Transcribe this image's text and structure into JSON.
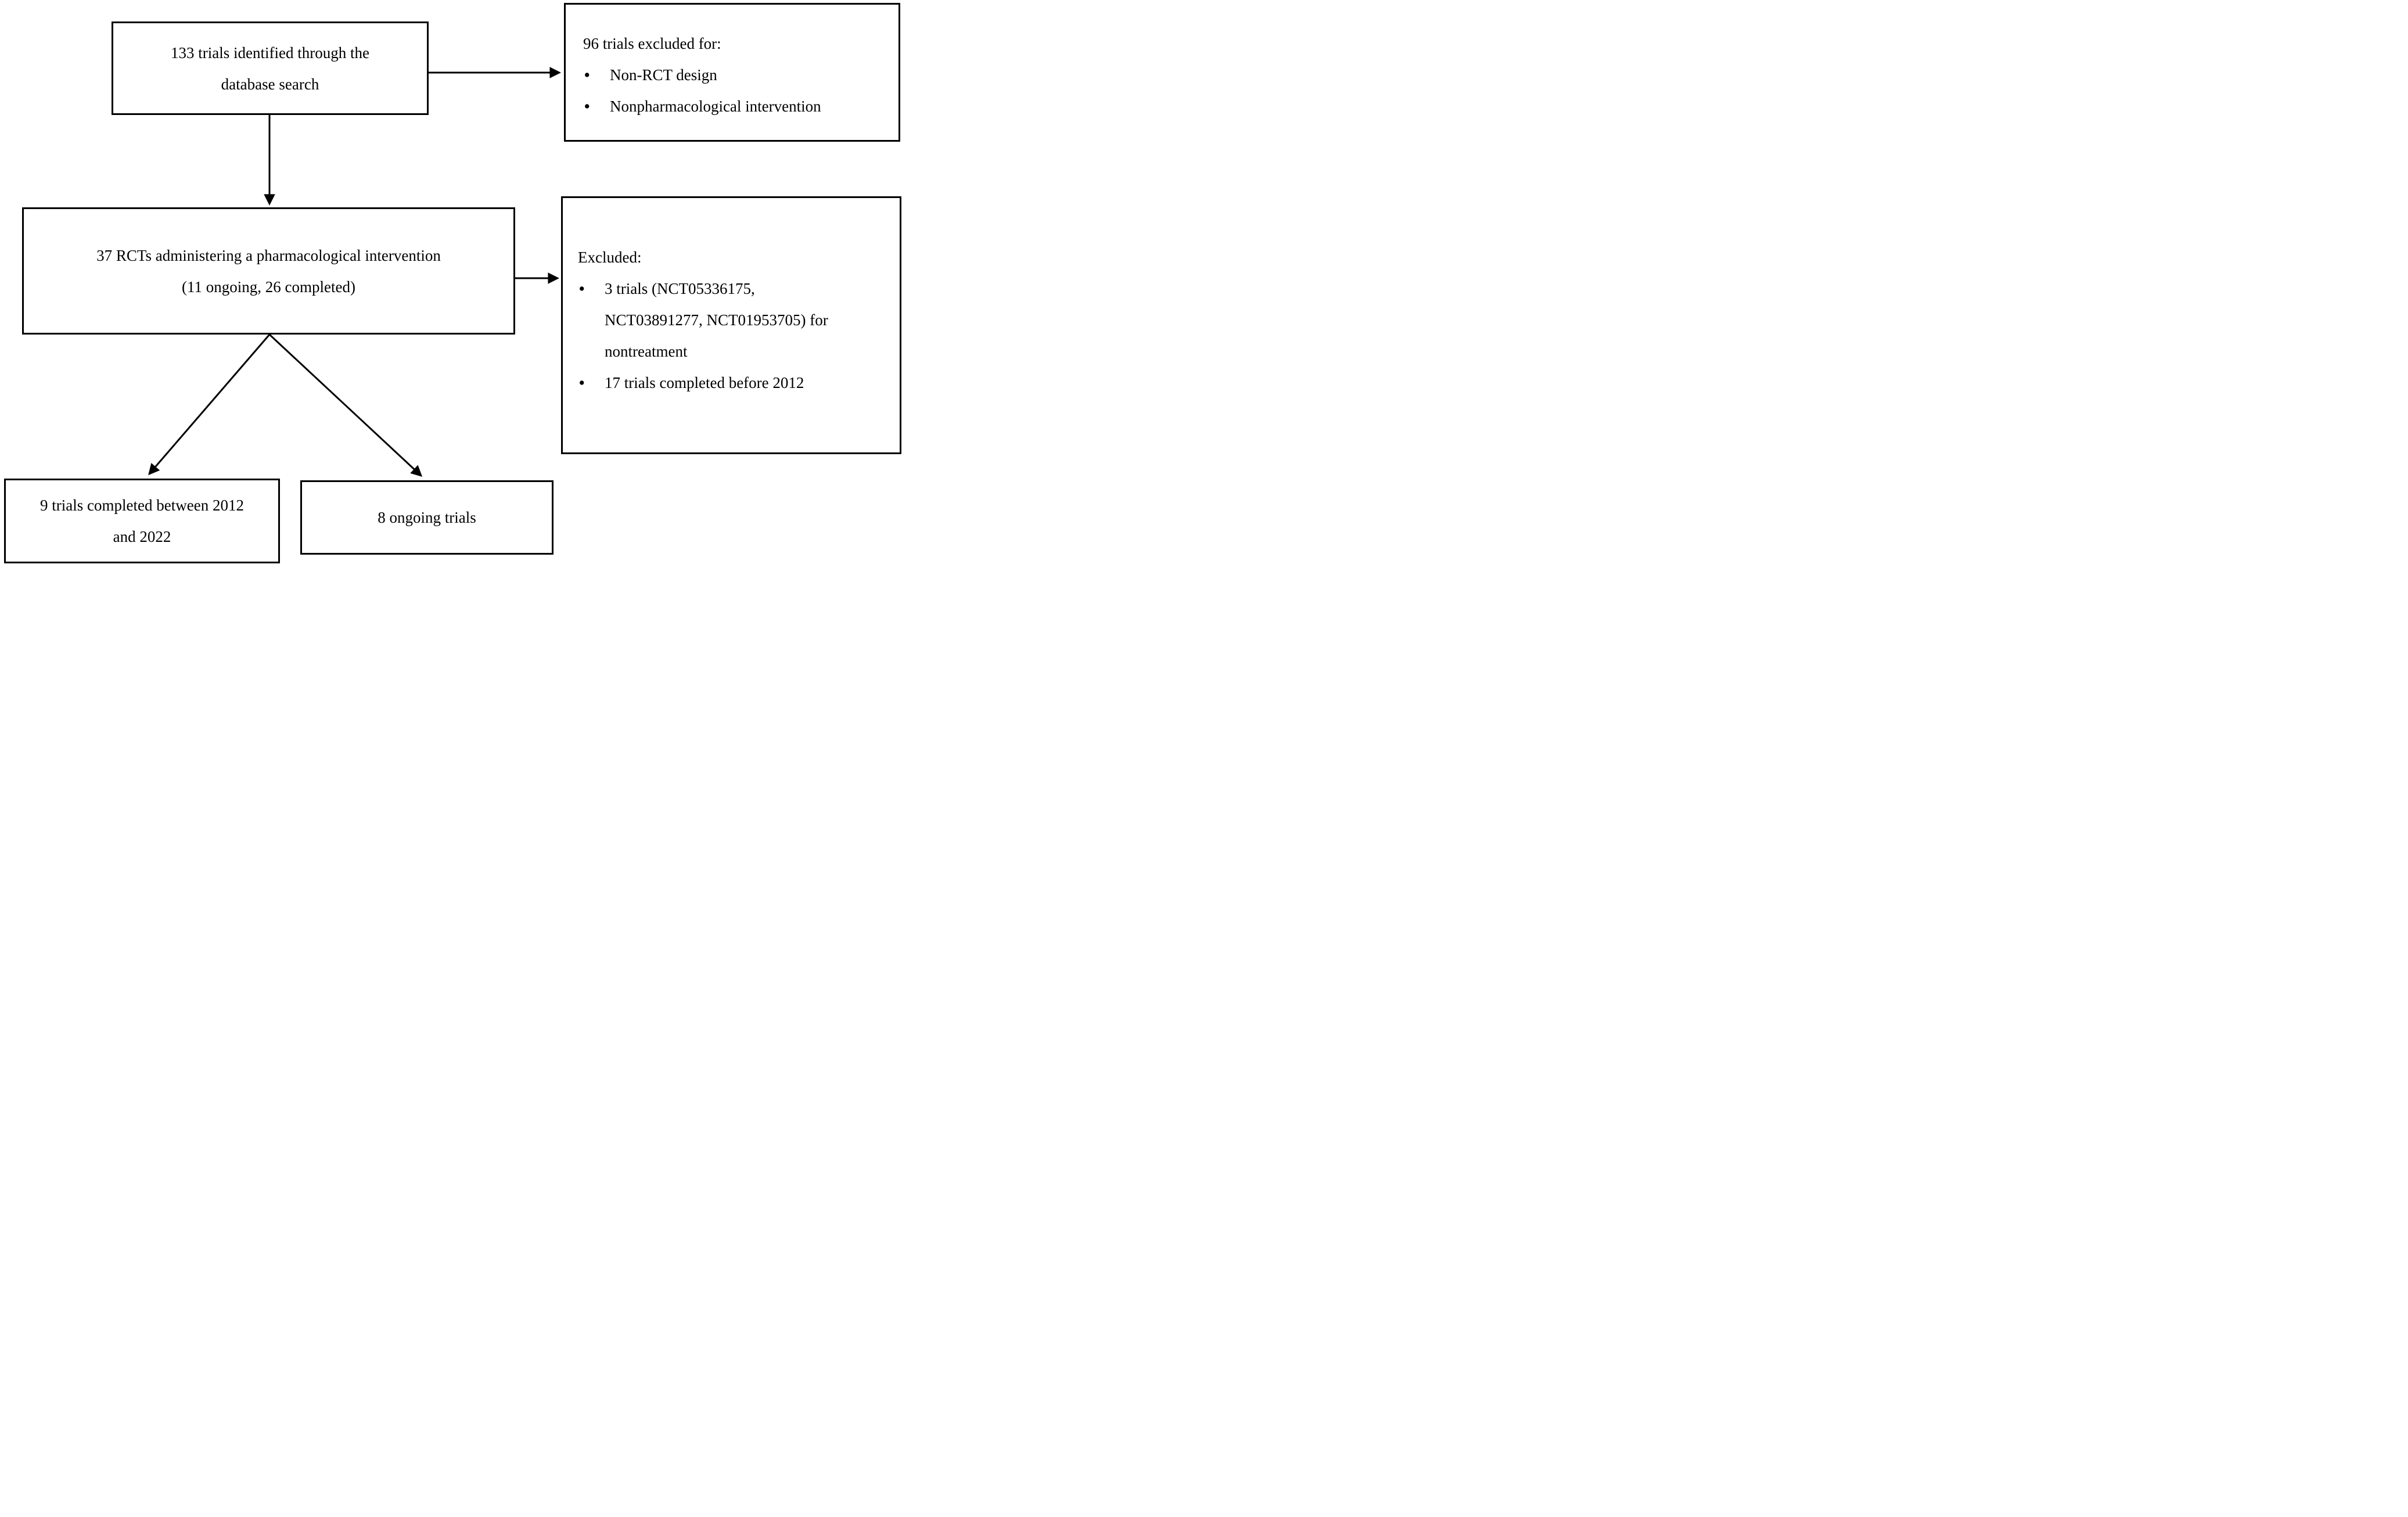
{
  "diagram": {
    "type": "flowchart",
    "colors": {
      "border": "#000000",
      "text": "#000000",
      "background": "#ffffff"
    },
    "boxes": {
      "identified": {
        "lines": [
          "133 trials identified through the",
          "database search"
        ]
      },
      "initial_exclusions": {
        "heading": "96 trials excluded for:",
        "bullets": [
          "Non-RCT design",
          "Nonpharmacological intervention"
        ]
      },
      "rcts": {
        "lines": [
          "37 RCTs administering a pharmacological intervention",
          "(11 ongoing, 26 completed)"
        ]
      },
      "secondary_exclusions": {
        "heading": "Excluded:",
        "bullets": [
          "3 trials (NCT05336175, NCT03891277, NCT01953705) for nontreatment",
          "17 trials completed before 2012"
        ]
      },
      "completed": {
        "lines": [
          "9 trials completed between 2012",
          "and 2022"
        ]
      },
      "ongoing": {
        "lines": [
          "8 ongoing trials"
        ]
      }
    }
  }
}
